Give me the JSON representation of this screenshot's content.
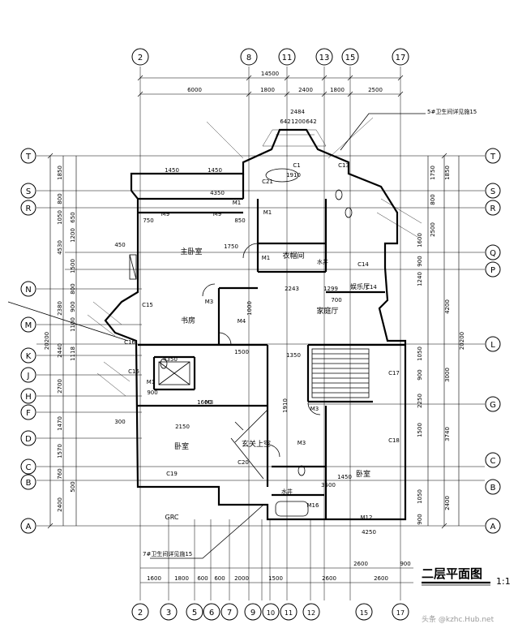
{
  "drawing": {
    "title": "二层平面图",
    "scale": "1:1",
    "watermark": "头条 @kzhc.Hub.net"
  },
  "axes": {
    "top": [
      "2",
      "8",
      "11",
      "13",
      "15",
      "17"
    ],
    "bottom": [
      "2",
      "3",
      "5",
      "6",
      "7",
      "9",
      "10",
      "11",
      "12",
      "15",
      "17"
    ],
    "left": [
      "T",
      "S",
      "R",
      "N",
      "M",
      "K",
      "J",
      "H",
      "F",
      "D",
      "C",
      "B",
      "A"
    ],
    "right": [
      "T",
      "S",
      "R",
      "Q",
      "P",
      "L",
      "G",
      "C",
      "B",
      "A"
    ]
  },
  "dimensions": {
    "top_total": "14500",
    "top_spans": [
      "6000",
      "1800",
      "2400",
      "1800",
      "2500"
    ],
    "bay": [
      "2484",
      "642",
      "1200",
      "642"
    ],
    "bottom_spans": [
      "1600",
      "1800",
      "600",
      "600",
      "2000",
      "1500",
      "2600",
      "2600",
      "2600",
      "900"
    ],
    "left_overall": "20200",
    "left_outer": [
      "1850",
      "800",
      "1050",
      "4530",
      "2380",
      "2440",
      "2400"
    ],
    "left_inner": [
      "650",
      "1200",
      "1500",
      "800",
      "900",
      "1100",
      "1118",
      "2700",
      "1470",
      "1570",
      "760",
      "500"
    ],
    "right_overall": "20200",
    "right_outer": [
      "1850",
      "4200",
      "3000",
      "3740",
      "2400"
    ],
    "right_inner": [
      "1750",
      "800",
      "2500",
      "1600",
      "900",
      "1240",
      "1050",
      "900",
      "2250",
      "1500",
      "1050",
      "900"
    ],
    "interior": [
      "1450",
      "1450",
      "450",
      "4350",
      "4350",
      "1350",
      "1910",
      "2243",
      "1299",
      "1500",
      "3500",
      "1600",
      "2150",
      "1450",
      "4250",
      "1910",
      "900",
      "1750",
      "750",
      "300",
      "700",
      "850",
      "1000"
    ]
  },
  "rooms": {
    "master_bedroom": "主卧室",
    "study": "书房",
    "walk_in_closet": "衣帽间",
    "family_hall": "家庭厅",
    "bedroom_left": "卧室",
    "bedroom_right": "卧室",
    "foyer_void": "玄关上空",
    "ent_hall": "娱乐厅",
    "water_well_1": "水井",
    "water_well_2": "水井",
    "grc": "GRC"
  },
  "labels": {
    "callout_top": "5#卫生间详见施15",
    "callout_bottom": "7#卫生间详见施15"
  },
  "tags": {
    "windows": [
      "C1",
      "C13",
      "C14",
      "C14",
      "C15",
      "C16",
      "C16",
      "C17",
      "C18",
      "C19",
      "C20",
      "C21"
    ],
    "doors": [
      "M1",
      "M1",
      "M1",
      "M1",
      "M3",
      "M3",
      "M3",
      "M3",
      "M4",
      "M9",
      "M9",
      "M12",
      "M16"
    ]
  }
}
